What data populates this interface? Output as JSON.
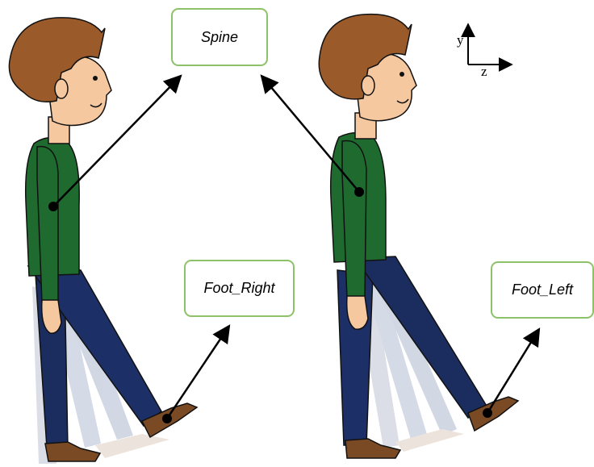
{
  "labels": {
    "spine": "Spine",
    "foot_right": "Foot_Right",
    "foot_left": "Foot_Left"
  },
  "axes": {
    "y": "y",
    "z": "z"
  },
  "colors": {
    "label_border": "#8dc26a",
    "skin": "#f5c8a0",
    "hair": "#9a5a2a",
    "shirt": "#1f6b2f",
    "pants": "#1c2f66",
    "pants_ghost": "#7f8fb5",
    "shoe": "#7a4a25",
    "outline": "#1a1a1a",
    "arrow": "#000000"
  }
}
